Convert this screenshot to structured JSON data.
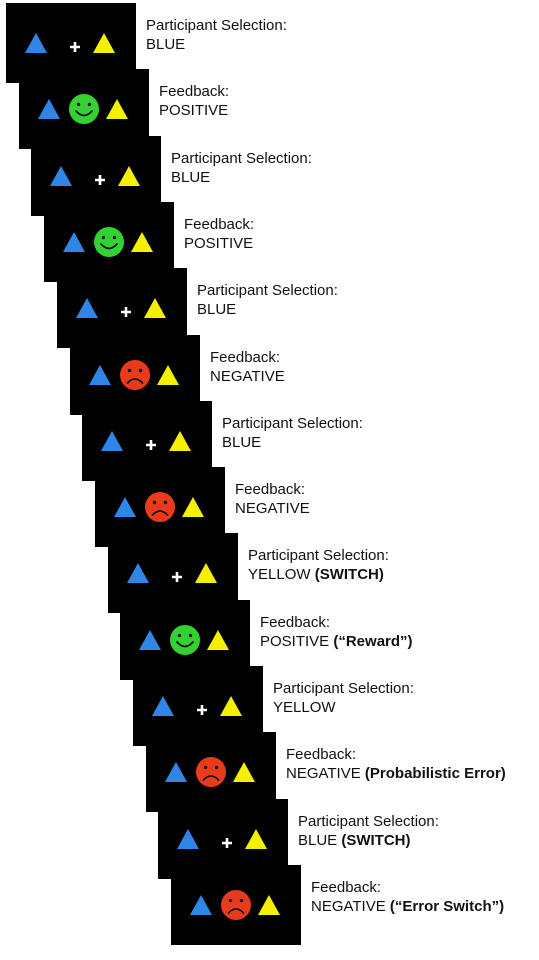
{
  "colors": {
    "blue_triangle": "#2f86e6",
    "yellow_triangle": "#f4f000",
    "smiley_positive": "#31d231",
    "smiley_negative": "#e93a1c",
    "fixation": "#ffffff",
    "screen_bg": "#000000"
  },
  "trials": [
    {
      "type": "selection",
      "title": "Participant Selection:",
      "value": "BLUE",
      "note": ""
    },
    {
      "type": "feedback",
      "icon": "smiley-positive-icon",
      "title": "Feedback:",
      "value": "POSITIVE",
      "note": ""
    },
    {
      "type": "selection",
      "title": "Participant Selection:",
      "value": "BLUE",
      "note": ""
    },
    {
      "type": "feedback",
      "icon": "smiley-positive-icon",
      "title": "Feedback:",
      "value": "POSITIVE",
      "note": ""
    },
    {
      "type": "selection",
      "title": "Participant Selection:",
      "value": "BLUE",
      "note": ""
    },
    {
      "type": "feedback",
      "icon": "smiley-negative-icon",
      "title": "Feedback:",
      "value": "NEGATIVE",
      "note": ""
    },
    {
      "type": "selection",
      "title": "Participant Selection:",
      "value": "BLUE",
      "note": ""
    },
    {
      "type": "feedback",
      "icon": "smiley-negative-icon",
      "title": "Feedback:",
      "value": "NEGATIVE",
      "note": ""
    },
    {
      "type": "selection",
      "title": "Participant Selection:",
      "value": "YELLOW",
      "note": "(SWITCH)"
    },
    {
      "type": "feedback",
      "icon": "smiley-positive-icon",
      "title": "Feedback:",
      "value": "POSITIVE",
      "note": "(“Reward”)"
    },
    {
      "type": "selection",
      "title": "Participant Selection:",
      "value": "YELLOW",
      "note": ""
    },
    {
      "type": "feedback",
      "icon": "smiley-negative-icon",
      "title": "Feedback:",
      "value": "NEGATIVE",
      "note": "(Probabilistic Error)"
    },
    {
      "type": "selection",
      "title": "Participant Selection:",
      "value": "BLUE",
      "note": "(SWITCH)"
    },
    {
      "type": "feedback",
      "icon": "smiley-negative-icon",
      "title": "Feedback:",
      "value": "NEGATIVE",
      "note": "(“Error Switch”)"
    }
  ]
}
